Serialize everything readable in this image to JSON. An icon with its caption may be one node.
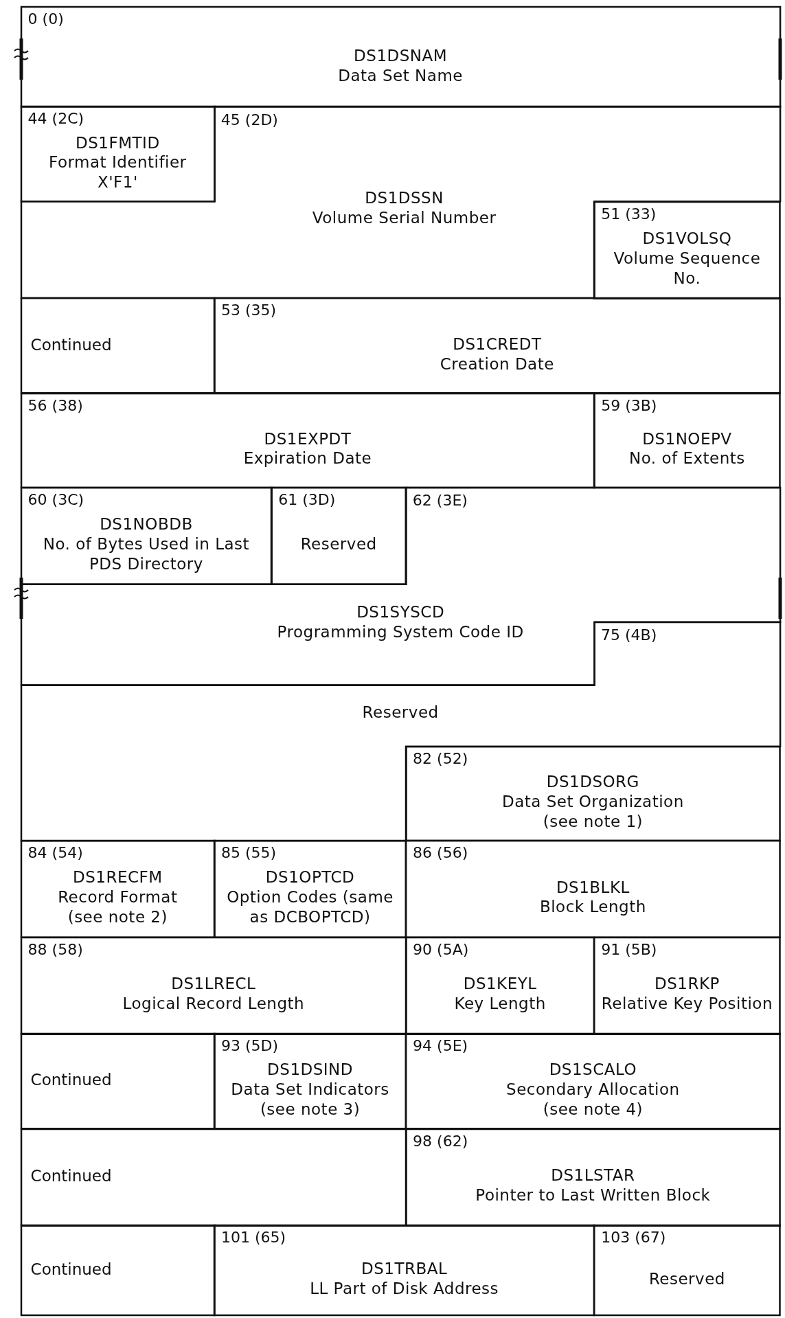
{
  "diagram": {
    "nodes": [
      {
        "text": [
          "0 (0)",
          "DS1DSNAM",
          "Data Set Name"
        ]
      },
      {
        "text": [
          "44 (2C)",
          "DS1FMTID",
          "Format Identifier",
          "X'F1'"
        ]
      },
      {
        "text": [
          "45 (2D)",
          "DS1DSSN",
          "Volume Serial Number"
        ]
      },
      {
        "text": [
          "51 (33)",
          "DS1VOLSQ",
          "Volume Sequence No."
        ]
      },
      {
        "text": [
          "Continued"
        ]
      },
      {
        "text": [
          "53 (35)",
          "DS1CREDT",
          "Creation Date"
        ]
      },
      {
        "text": [
          "56 (38)",
          "DS1EXPDT",
          "Expiration Date"
        ]
      },
      {
        "text": [
          "59 (3B)",
          "DS1NOEPV",
          "No. of Extents"
        ]
      },
      {
        "text": [
          "60 (3C)",
          "DS1NOBDB",
          "No. of Bytes Used in Last PDS Directory"
        ]
      },
      {
        "text": [
          "61 (3D)",
          "Reserved"
        ]
      },
      {
        "text": [
          "62 (3E)",
          "DS1SYSCD",
          "Programming System Code ID"
        ]
      },
      {
        "text": [
          "75 (4B)",
          "Reserved"
        ]
      },
      {
        "text": [
          "82 (52)",
          "DS1DSORG",
          "Data Set Organization",
          "(see note 1)"
        ]
      },
      {
        "text": [
          "84 (54)",
          "DS1RECFM",
          "Record Format",
          "(see note 2)"
        ]
      },
      {
        "text": [
          "85 (55)",
          "DS1OPTCD",
          "Option Codes (same as DCBOPTCD)"
        ]
      },
      {
        "text": [
          "86 (56)",
          "DS1BLKL",
          "Block Length"
        ]
      },
      {
        "text": [
          "88 (58)",
          "DS1LRECL",
          "Logical Record Length"
        ]
      },
      {
        "text": [
          "90 (5A)",
          "DS1KEYL",
          "Key Length"
        ]
      },
      {
        "text": [
          "91 (5B)",
          "DS1RKP",
          "Relative Key Position"
        ]
      },
      {
        "text": [
          "Continued"
        ]
      },
      {
        "text": [
          "93 (5D)",
          "DS1DSIND",
          "Data Set Indicators",
          "(see note 3)"
        ]
      },
      {
        "text": [
          "94 (5E)",
          "DS1SCALO",
          "Secondary Allocation",
          "(see note 4)"
        ]
      },
      {
        "text": [
          "Continued"
        ]
      },
      {
        "text": [
          "98 (62)",
          "DS1LSTAR",
          "Pointer to Last Written Block"
        ]
      },
      {
        "text": [
          "Continued"
        ]
      },
      {
        "text": [
          "101 (65)",
          "DS1TRBAL",
          "LL Part of Disk Address"
        ]
      },
      {
        "text": [
          "103 (67)",
          "Reserved"
        ]
      }
    ]
  }
}
